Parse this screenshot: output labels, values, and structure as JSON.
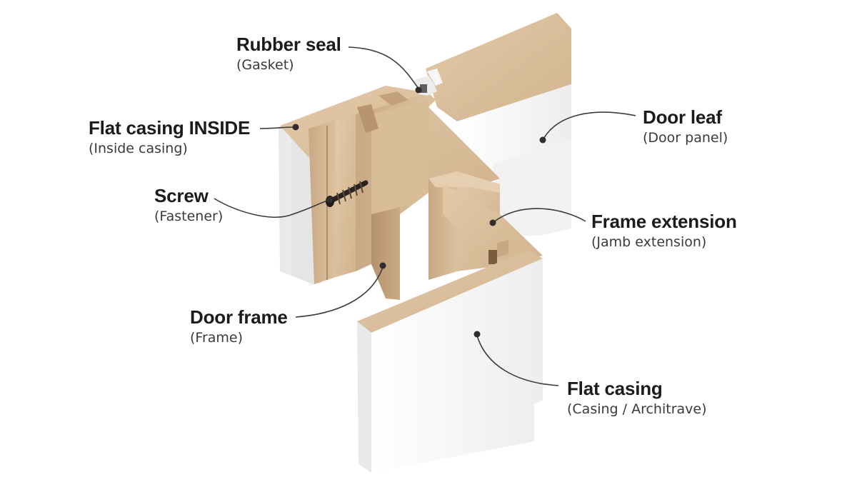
{
  "labels": {
    "rubber_seal": {
      "title": "Rubber seal",
      "subtitle": "(Gasket)"
    },
    "flat_casing_inside": {
      "title": "Flat casing INSIDE",
      "subtitle": "(Inside casing)"
    },
    "screw": {
      "title": "Screw",
      "subtitle": "(Fastener)"
    },
    "door_frame": {
      "title": "Door frame",
      "subtitle": "(Frame)"
    },
    "door_leaf": {
      "title": "Door leaf",
      "subtitle": "(Door panel)"
    },
    "frame_extension": {
      "title": "Frame extension",
      "subtitle": "(Jamb extension)"
    },
    "flat_casing": {
      "title": "Flat casing",
      "subtitle": "(Casing / Architrave)"
    }
  },
  "colors": {
    "mdf": "#d8bd9c",
    "mdf_dark": "#b89a77",
    "paint_white": "#f4f4f4",
    "leader": "#3b3b3b",
    "text": "#1b1b1b"
  }
}
